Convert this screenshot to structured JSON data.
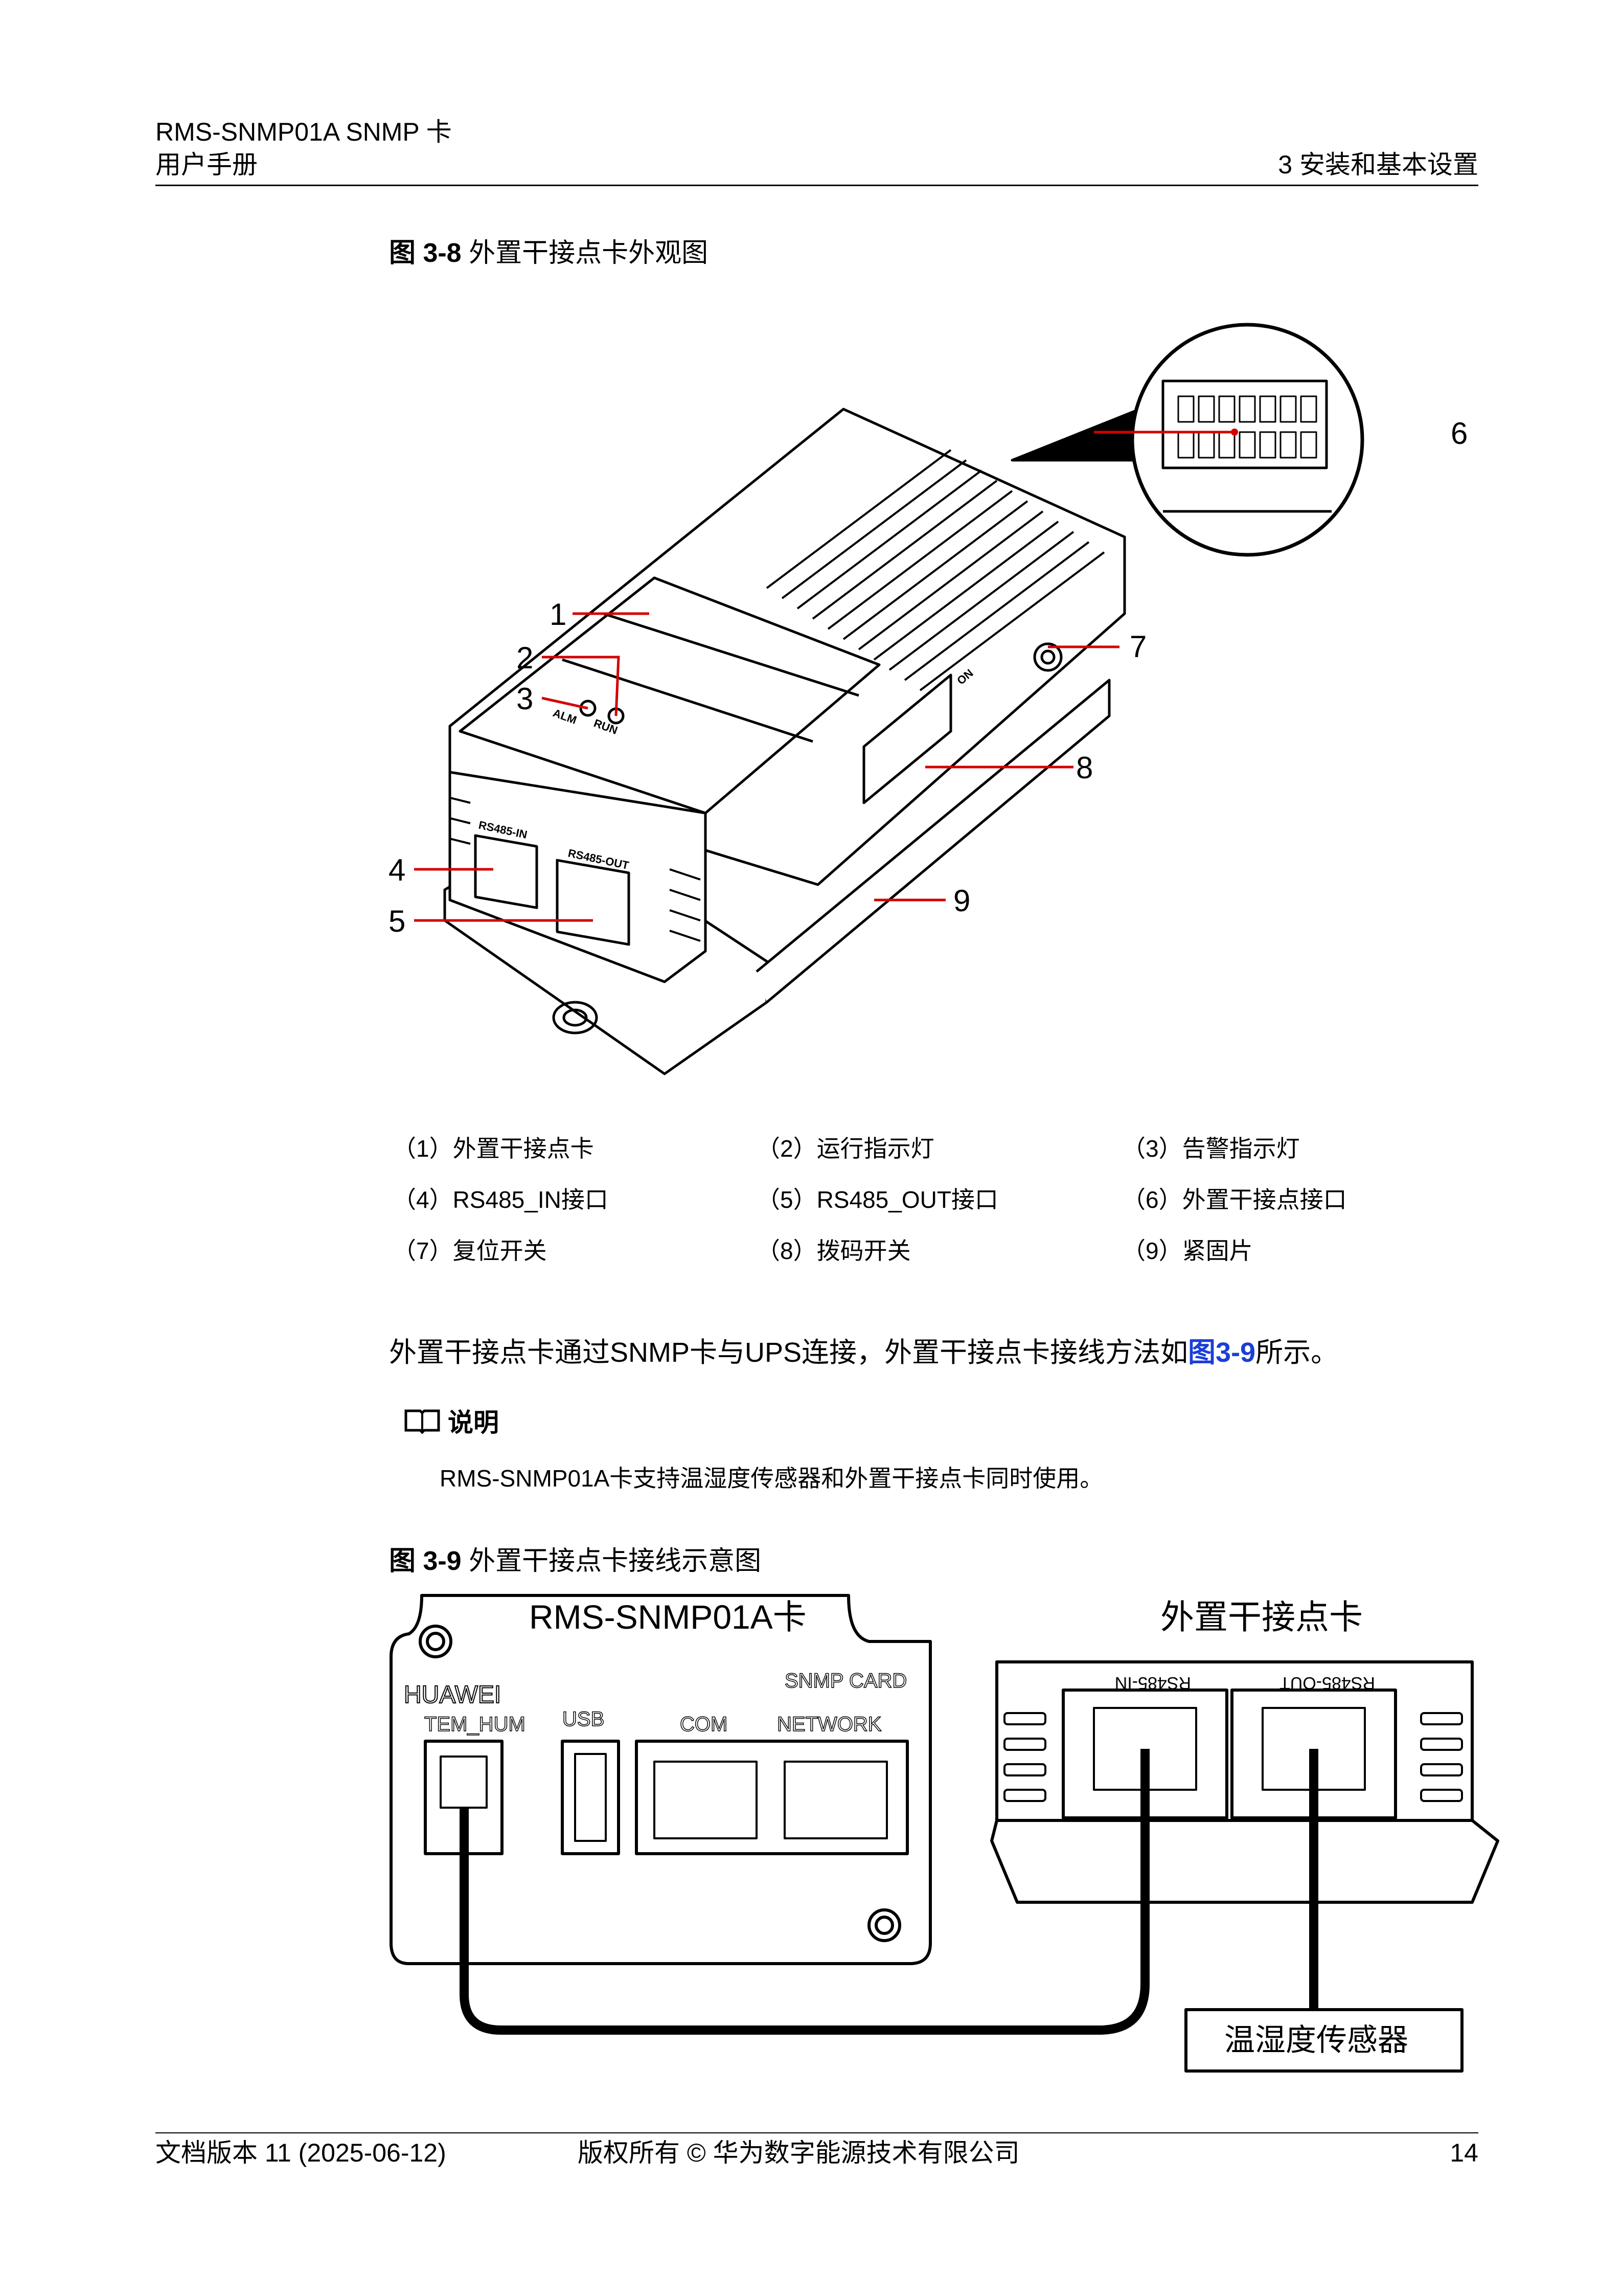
{
  "header": {
    "doc_title": "RMS-SNMP01A SNMP 卡",
    "doc_subtitle": "用户手册",
    "chapter": "3 安装和基本设置"
  },
  "figure1": {
    "label": "图 3-8",
    "title": "外置干接点卡外观图",
    "callouts": [
      "1",
      "2",
      "3",
      "4",
      "5",
      "6",
      "7",
      "8",
      "9"
    ],
    "device_labels": {
      "run": "RUN",
      "alm": "ALM",
      "rs485_in": "RS485-IN",
      "rs485_out": "RS485-OUT",
      "dip_on": "ON"
    },
    "legend": [
      "（1）外置干接点卡",
      "（2）运行指示灯",
      "（3）告警指示灯",
      "（4）RS485_IN接口",
      "（5）RS485_OUT接口",
      "（6）外置干接点接口",
      "（7）复位开关",
      "（8）拨码开关",
      "（9）紧固片"
    ]
  },
  "paragraph": {
    "before": "外置干接点卡通过SNMP卡与UPS连接，外置干接点卡接线方法如",
    "link": "图3-9",
    "after": "所示。"
  },
  "note": {
    "title": "说明",
    "text": "RMS-SNMP01A卡支持温湿度传感器和外置干接点卡同时使用。"
  },
  "figure2": {
    "label": "图 3-9",
    "title": "外置干接点卡接线示意图",
    "snmp_card_title": "RMS-SNMP01A卡",
    "dry_card_title": "外置干接点卡",
    "brand": "HUAWEI",
    "snmp_card_label": "SNMP CARD",
    "ports": [
      "TEM_HUM",
      "USB",
      "COM",
      "NETWORK"
    ],
    "dry_ports": [
      "RS485-IN",
      "RS485-OUT"
    ],
    "sensor": "温湿度传感器"
  },
  "footer": {
    "version": "文档版本 11 (2025-06-12)",
    "copyright": "版权所有 © 华为数字能源技术有限公司",
    "page": "14"
  }
}
